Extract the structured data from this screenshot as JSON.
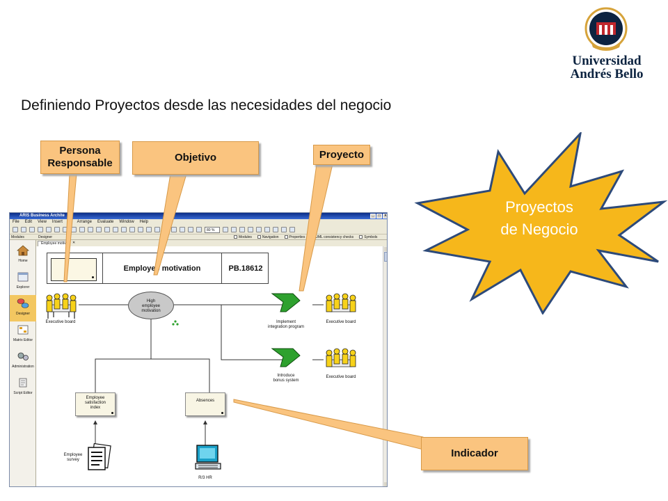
{
  "logo": {
    "line1": "Universidad",
    "line2": "Andrés Bello",
    "color": "#0c2340",
    "accent": "#c0272d"
  },
  "slide_title": "Definiendo Proyectos desde las necesidades del negocio",
  "window": {
    "title": "ARIS Business Archite",
    "menu": [
      "File",
      "Edit",
      "View",
      "Insert",
      "al",
      "Arrange",
      "Evaluate",
      "Window",
      "Help"
    ],
    "zoom": "80 %",
    "subbar_left": "Modules",
    "subbar_designer": "Designer",
    "checkboxes": [
      "Modules",
      "Navigation",
      "Properties",
      "UML consistency checks",
      "Symbols"
    ],
    "tab": "Employee motiv",
    "sidebar": [
      "Home",
      "Explorer",
      "Designer",
      "Matrix Editor",
      "Administration",
      "Script Editor"
    ]
  },
  "diagram": {
    "header_title": "Employee motivation",
    "header_id": "PB.18612",
    "goal": [
      "High",
      "employee",
      "motivation"
    ],
    "executive_board_left": "Executive board",
    "project1": [
      "Implement",
      "integration program"
    ],
    "project2": [
      "Introduce",
      "bonus system"
    ],
    "executive_board_right1": "Executive board",
    "executive_board_right2": "Executive board",
    "kpi1": [
      "Employee",
      "satisfaction",
      "index"
    ],
    "kpi2": [
      "Absences"
    ],
    "survey": [
      "Employee",
      "survey"
    ],
    "system": "R/3 HR"
  },
  "callouts": {
    "persona": [
      "Persona",
      "Responsable"
    ],
    "objetivo": "Objetivo",
    "proyecto": "Proyecto",
    "indicador": "Indicador"
  },
  "star": {
    "line1": "Proyectos",
    "line2": "de Negocio",
    "fill": "#f6b71b",
    "stroke": "#2d4a7a"
  },
  "colors": {
    "callout": "#fac47f",
    "active_module": "#f3c761",
    "arrow_green": "#2ea12e"
  }
}
